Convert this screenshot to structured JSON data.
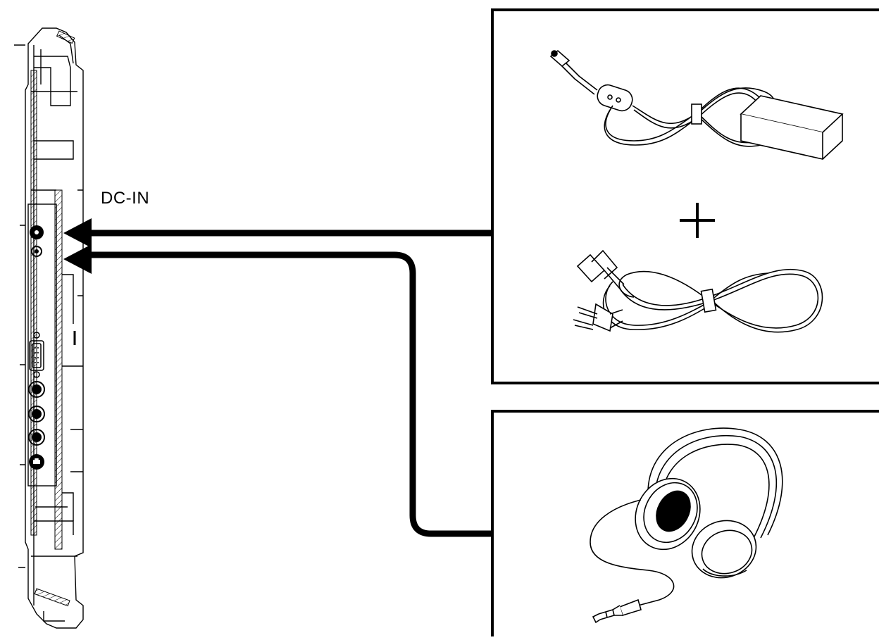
{
  "labels": {
    "dc_in": "DC-IN"
  },
  "figure": {
    "device": "lcd-monitor-side-view",
    "accessories": [
      "ac-adapter",
      "power-cord",
      "headphones"
    ],
    "plus_symbol": "+"
  },
  "colors": {
    "ink": "#000000",
    "paper": "#ffffff"
  }
}
